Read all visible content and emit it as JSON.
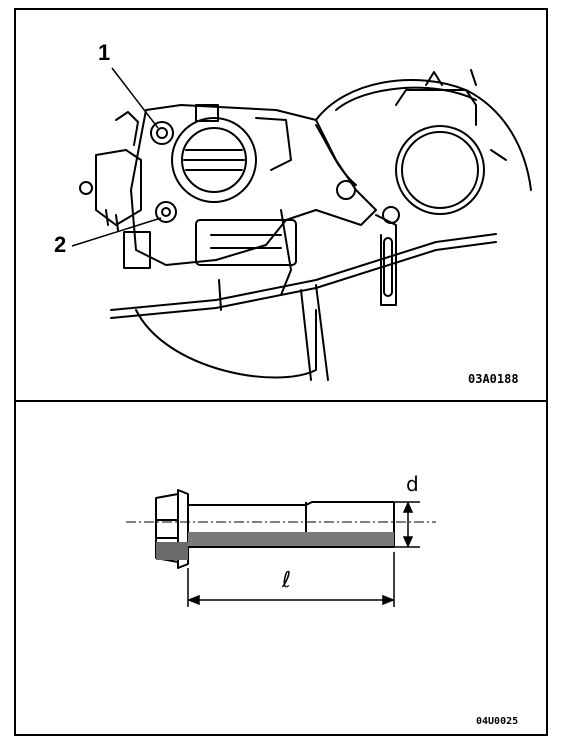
{
  "figure_top": {
    "code": "03A0188",
    "callouts": [
      "1",
      "2"
    ]
  },
  "figure_bottom": {
    "code": "04U0025",
    "dimension_length": "ℓ",
    "dimension_diameter": "d"
  }
}
